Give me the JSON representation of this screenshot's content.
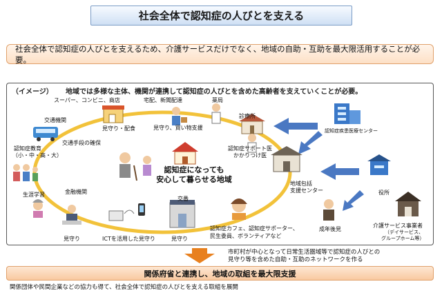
{
  "title": "社会全体で認知症の人びとを支える",
  "lead": "社会全体で認知症の人びとを支えるため、介護サービスだけでなく、地域の自助・互助を最大限活用することが必要。",
  "image_box": {
    "label": "（イメージ）",
    "heading": "地域では多様な主体、機関が連携して認知症の人びとを含めた高齢者を支えていくことが必要。"
  },
  "center": {
    "line1": "認知症になっても",
    "line2": "安心して暮らせる地域"
  },
  "labels": {
    "super": "スーパー、コンビニ、商店",
    "mimamori_haishoku": "見守り・配食",
    "takuhai": "宅配、新聞配達",
    "mimamori_kaimono": "見守り、買い物支援",
    "yakkyoku": "薬局",
    "shinryojo": "診療所",
    "center_iryou": "認知症疾患医療センター",
    "support_doctor_1": "認知症サポート医",
    "support_doctor_2": "かかりつけ医",
    "koutsu": "交通機関",
    "koutsu_support": "交通手段の確保",
    "kyoiku_1": "認知症教育",
    "kyoiku_2": "（小・中・高・大）",
    "shogai": "生涯学習",
    "kinyu": "金融機関",
    "mimamori_1": "見守り",
    "ict": "ICTを活用した見守り",
    "koban": "交番",
    "mimamori_2": "見守り",
    "cafe_1": "認知症カフェ、認知症サポーター、",
    "cafe_2": "民生委員、ボランティアなど",
    "hokatsu_1": "地域包括",
    "hokatsu_2": "支援センター",
    "yakusho": "役所",
    "seinen": "成年後見",
    "kaigo_1": "介護サービス事業者",
    "kaigo_2": "（デイサービス、",
    "kaigo_3": "グループホーム等）"
  },
  "network": {
    "line1": "市町村が中心となって日常生活圏域等で認知症の人びとの",
    "line2": "見守り等を含めた自助・互助のネットワークを作る"
  },
  "bottom": "関係府省と連携し、地域の取組を最大限支援",
  "footer": "関係団体や民間企業などの協力も得て、社会全体で認知症の人びとを支える取組を展開",
  "colors": {
    "ring": "#f2c23a",
    "arrow_blue": "#4a78c2",
    "arrow_orange": "#e8801e",
    "title_border": "#7a9cc6",
    "orange_border": "#e0a06a"
  }
}
